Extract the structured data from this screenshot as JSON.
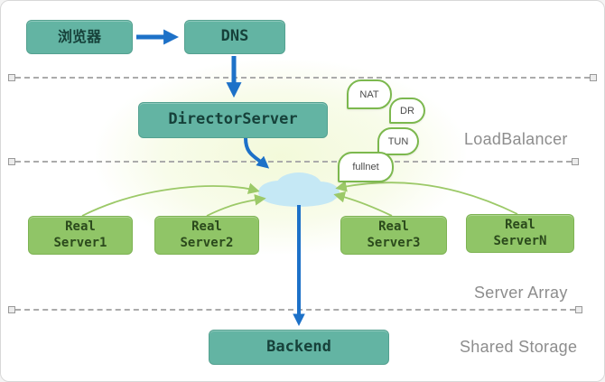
{
  "nodes": {
    "browser": {
      "label": "浏览器"
    },
    "dns": {
      "label": "DNS"
    },
    "director": {
      "label": "DirectorServer"
    },
    "backend": {
      "label": "Backend"
    },
    "real_server_1": {
      "label": "Real\nServer1"
    },
    "real_server_2": {
      "label": "Real\nServer2"
    },
    "real_server_3": {
      "label": "Real\nServer3"
    },
    "real_server_n": {
      "label": "Real\nServerN"
    }
  },
  "balloons": [
    {
      "label": "NAT"
    },
    {
      "label": "DR"
    },
    {
      "label": "TUN"
    },
    {
      "label": "fullnet"
    }
  ],
  "sections": {
    "load_balancer": "LoadBalancer",
    "server_array": "Server Array",
    "shared_storage": "Shared Storage"
  },
  "colors": {
    "node_teal": "#63b4a3",
    "node_green": "#90c567",
    "arrow_blue": "#1d71c8",
    "arrow_green": "#9cc968",
    "cloud_blue": "#c5e8f5",
    "balloon_border": "#7cb84e",
    "section_label_gray": "#8d8d8d",
    "dashed_line_gray": "#ababab"
  }
}
